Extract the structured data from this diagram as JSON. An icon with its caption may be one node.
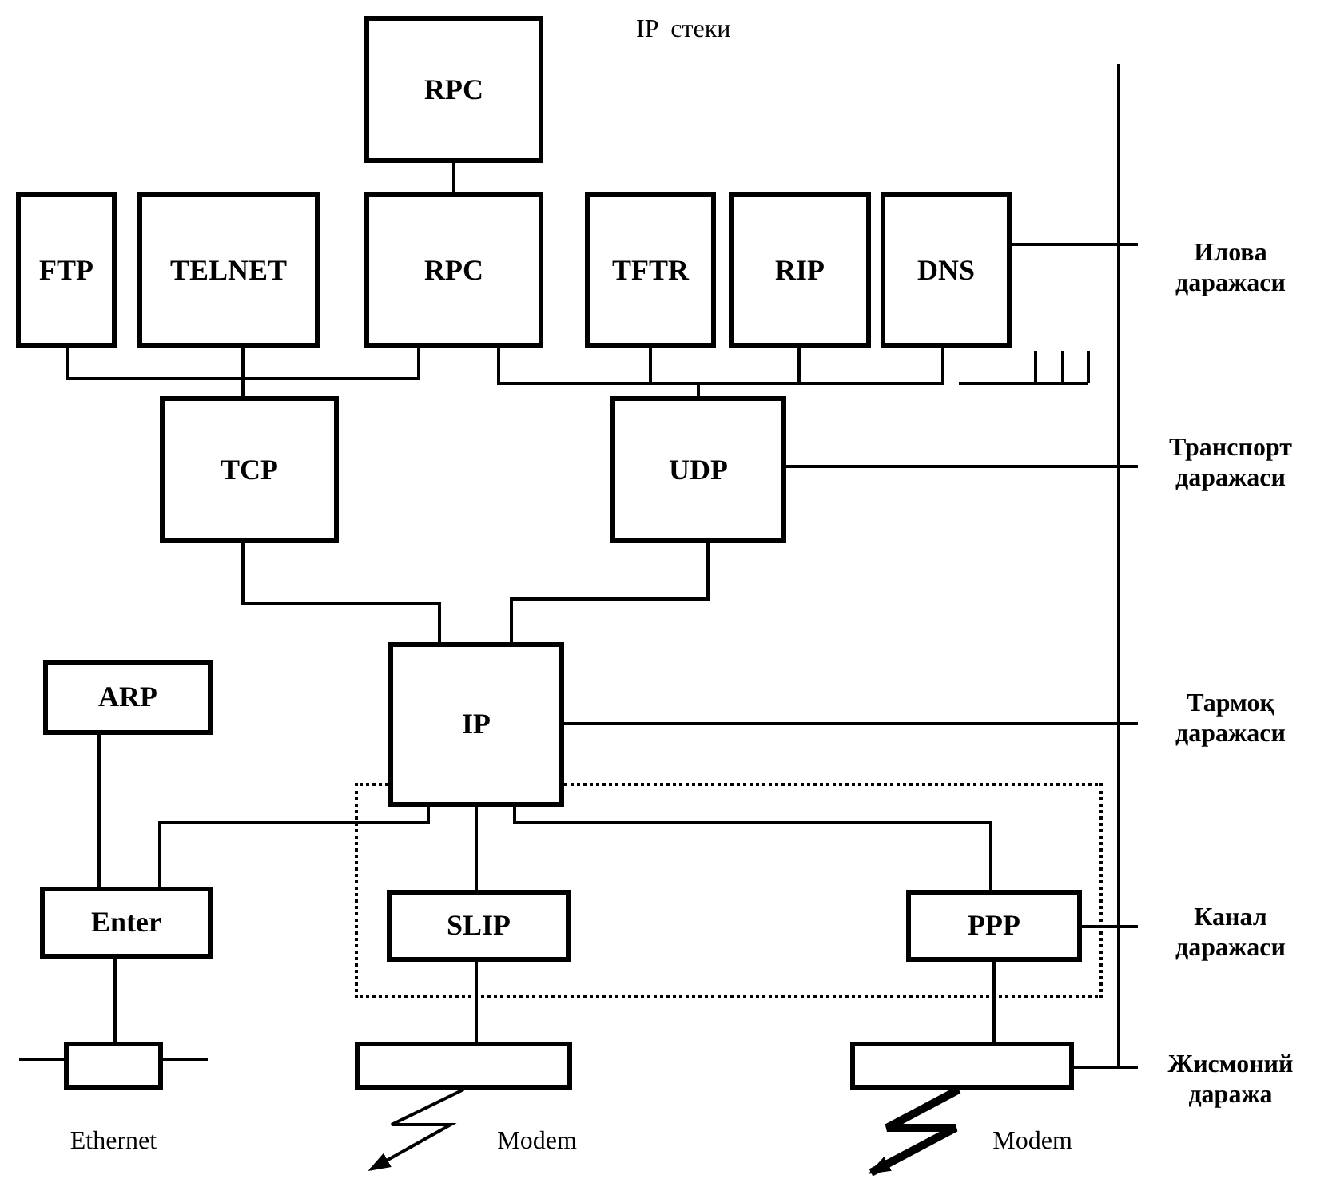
{
  "diagram": {
    "title": "IP  стеки",
    "nodes": [
      {
        "text": [
          "RPC"
        ]
      },
      {
        "text": [
          "FTP"
        ]
      },
      {
        "text": [
          "TELNET"
        ]
      },
      {
        "text": [
          "RPC"
        ]
      },
      {
        "text": [
          "TFTR"
        ]
      },
      {
        "text": [
          "RIP"
        ]
      },
      {
        "text": [
          "DNS"
        ]
      },
      {
        "text": [
          "TCP"
        ]
      },
      {
        "text": [
          "UDP"
        ]
      },
      {
        "text": [
          "IP"
        ]
      },
      {
        "text": [
          "ARP"
        ]
      },
      {
        "text": [
          "Enter"
        ]
      },
      {
        "text": [],
        "shape": "box"
      },
      {
        "text": [
          "SLIP"
        ],
        "in": 12
      },
      {
        "text": [
          "PPP"
        ],
        "in": 12
      },
      {
        "text": [],
        "shape": "box",
        "beside": [
          "Ethernet"
        ]
      },
      {
        "text": [],
        "shape": "box",
        "beside": [
          "Modem"
        ]
      },
      {
        "text": [],
        "shape": "box",
        "beside": [
          "Modem"
        ]
      },
      {
        "text": [
          "Илова даражаси"
        ]
      },
      {
        "text": [
          "Транспорт даражаси"
        ]
      },
      {
        "text": [
          "Тармоқ даражаси"
        ]
      },
      {
        "text": [
          "Канал даражаси"
        ]
      },
      {
        "text": [
          "Жисмоний даража"
        ]
      }
    ],
    "edges": [
      {
        "from": 0,
        "to": 3,
        "arrow": "none"
      },
      {
        "from": 1,
        "to": 7,
        "arrow": "none"
      },
      {
        "from": 2,
        "to": 7,
        "arrow": "none"
      },
      {
        "from": 3,
        "to": 7,
        "arrow": "none"
      },
      {
        "from": 3,
        "to": 8,
        "arrow": "none"
      },
      {
        "from": 4,
        "to": 8,
        "arrow": "none"
      },
      {
        "from": 5,
        "to": 8,
        "arrow": "none"
      },
      {
        "from": 6,
        "to": 8,
        "arrow": "none"
      },
      {
        "from": 7,
        "to": 9,
        "arrow": "none"
      },
      {
        "from": 8,
        "to": 9,
        "arrow": "none"
      },
      {
        "from": 10,
        "to": 11,
        "arrow": "none"
      },
      {
        "from": 9,
        "to": 11,
        "arrow": "none"
      },
      {
        "from": 9,
        "to": 13,
        "arrow": "none"
      },
      {
        "from": 9,
        "to": 14,
        "arrow": "none"
      },
      {
        "from": 11,
        "to": 15,
        "arrow": "none"
      },
      {
        "from": 13,
        "to": 16,
        "arrow": "none"
      },
      {
        "from": 14,
        "to": 17,
        "arrow": "none"
      },
      {
        "from": 16,
        "to": null,
        "arrow": "to"
      },
      {
        "from": 17,
        "to": null,
        "arrow": "to",
        "style": "thick"
      },
      {
        "from": 18,
        "to": 6,
        "arrow": "none"
      },
      {
        "from": 19,
        "to": 8,
        "arrow": "none"
      },
      {
        "from": 20,
        "to": 9,
        "arrow": "none"
      },
      {
        "from": 21,
        "to": 14,
        "arrow": "none"
      },
      {
        "from": 22,
        "to": 17,
        "arrow": "none"
      }
    ]
  }
}
